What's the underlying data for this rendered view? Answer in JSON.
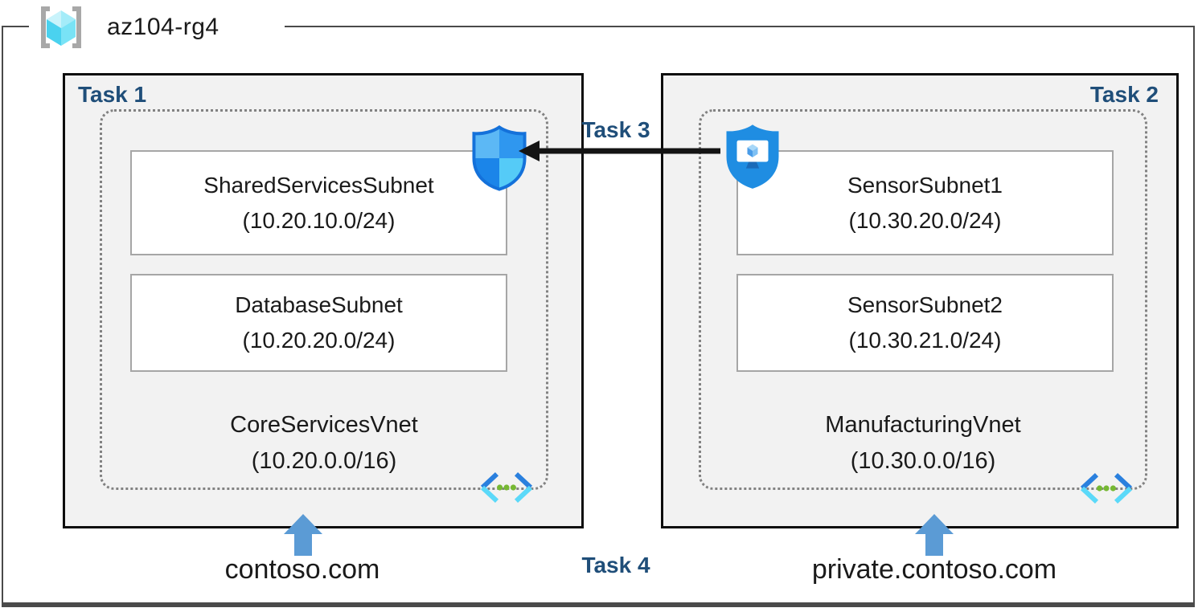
{
  "header": {
    "resource_group": "az104-rg4"
  },
  "left_box": {
    "task_label": "Task 1",
    "vnet": {
      "name": "CoreServicesVnet",
      "cidr": "(10.20.0.0/16)"
    },
    "subnets": [
      {
        "name": "SharedServicesSubnet",
        "cidr": "(10.20.10.0/24)"
      },
      {
        "name": "DatabaseSubnet",
        "cidr": "(10.20.20.0/24)"
      }
    ],
    "dns_label": "contoso.com"
  },
  "right_box": {
    "task_label": "Task 2",
    "vnet": {
      "name": "ManufacturingVnet",
      "cidr": "(10.30.0.0/16)"
    },
    "subnets": [
      {
        "name": "SensorSubnet1",
        "cidr": "(10.30.20.0/24)"
      },
      {
        "name": "SensorSubnet2",
        "cidr": "(10.30.21.0/24)"
      }
    ],
    "dns_label": "private.contoso.com"
  },
  "connections": {
    "task3_label": "Task 3",
    "task4_label": "Task 4"
  },
  "icons": {
    "resource_group": "resource-group-icon",
    "left_shield": "network-security-group-icon",
    "right_shield": "bastion-monitor-shield-icon",
    "vnet": "virtual-network-icon",
    "dns_arrow": "up-arrow-icon"
  },
  "colors": {
    "navy": "#1F4E79",
    "box-fill": "#F2F2F2",
    "box-border": "#0D0D0D",
    "subnet-border": "#A6A6A6",
    "dashed-border": "#828282",
    "frame-border": "#4A4A4A",
    "arrow-black": "#141414",
    "dns-arrow": "#5B9BD5",
    "text": "#1A1A1A"
  }
}
